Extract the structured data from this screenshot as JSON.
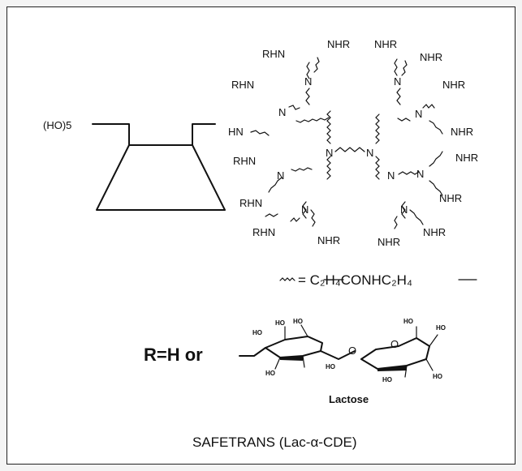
{
  "figure": {
    "cd_label": "(HO)5",
    "legend_formula": "=  C₂H₄CONHC₂H₄",
    "r_definition": "R=H or",
    "sugar_label": "Lactose",
    "caption": "SAFETRANS (Lac-α-CDE)",
    "amine_labels": {
      "rhn": "RHN",
      "nhr": "NHR",
      "hn": "HN",
      "n": "N"
    },
    "oh_label": "HO",
    "ring_oxygen": "O"
  }
}
